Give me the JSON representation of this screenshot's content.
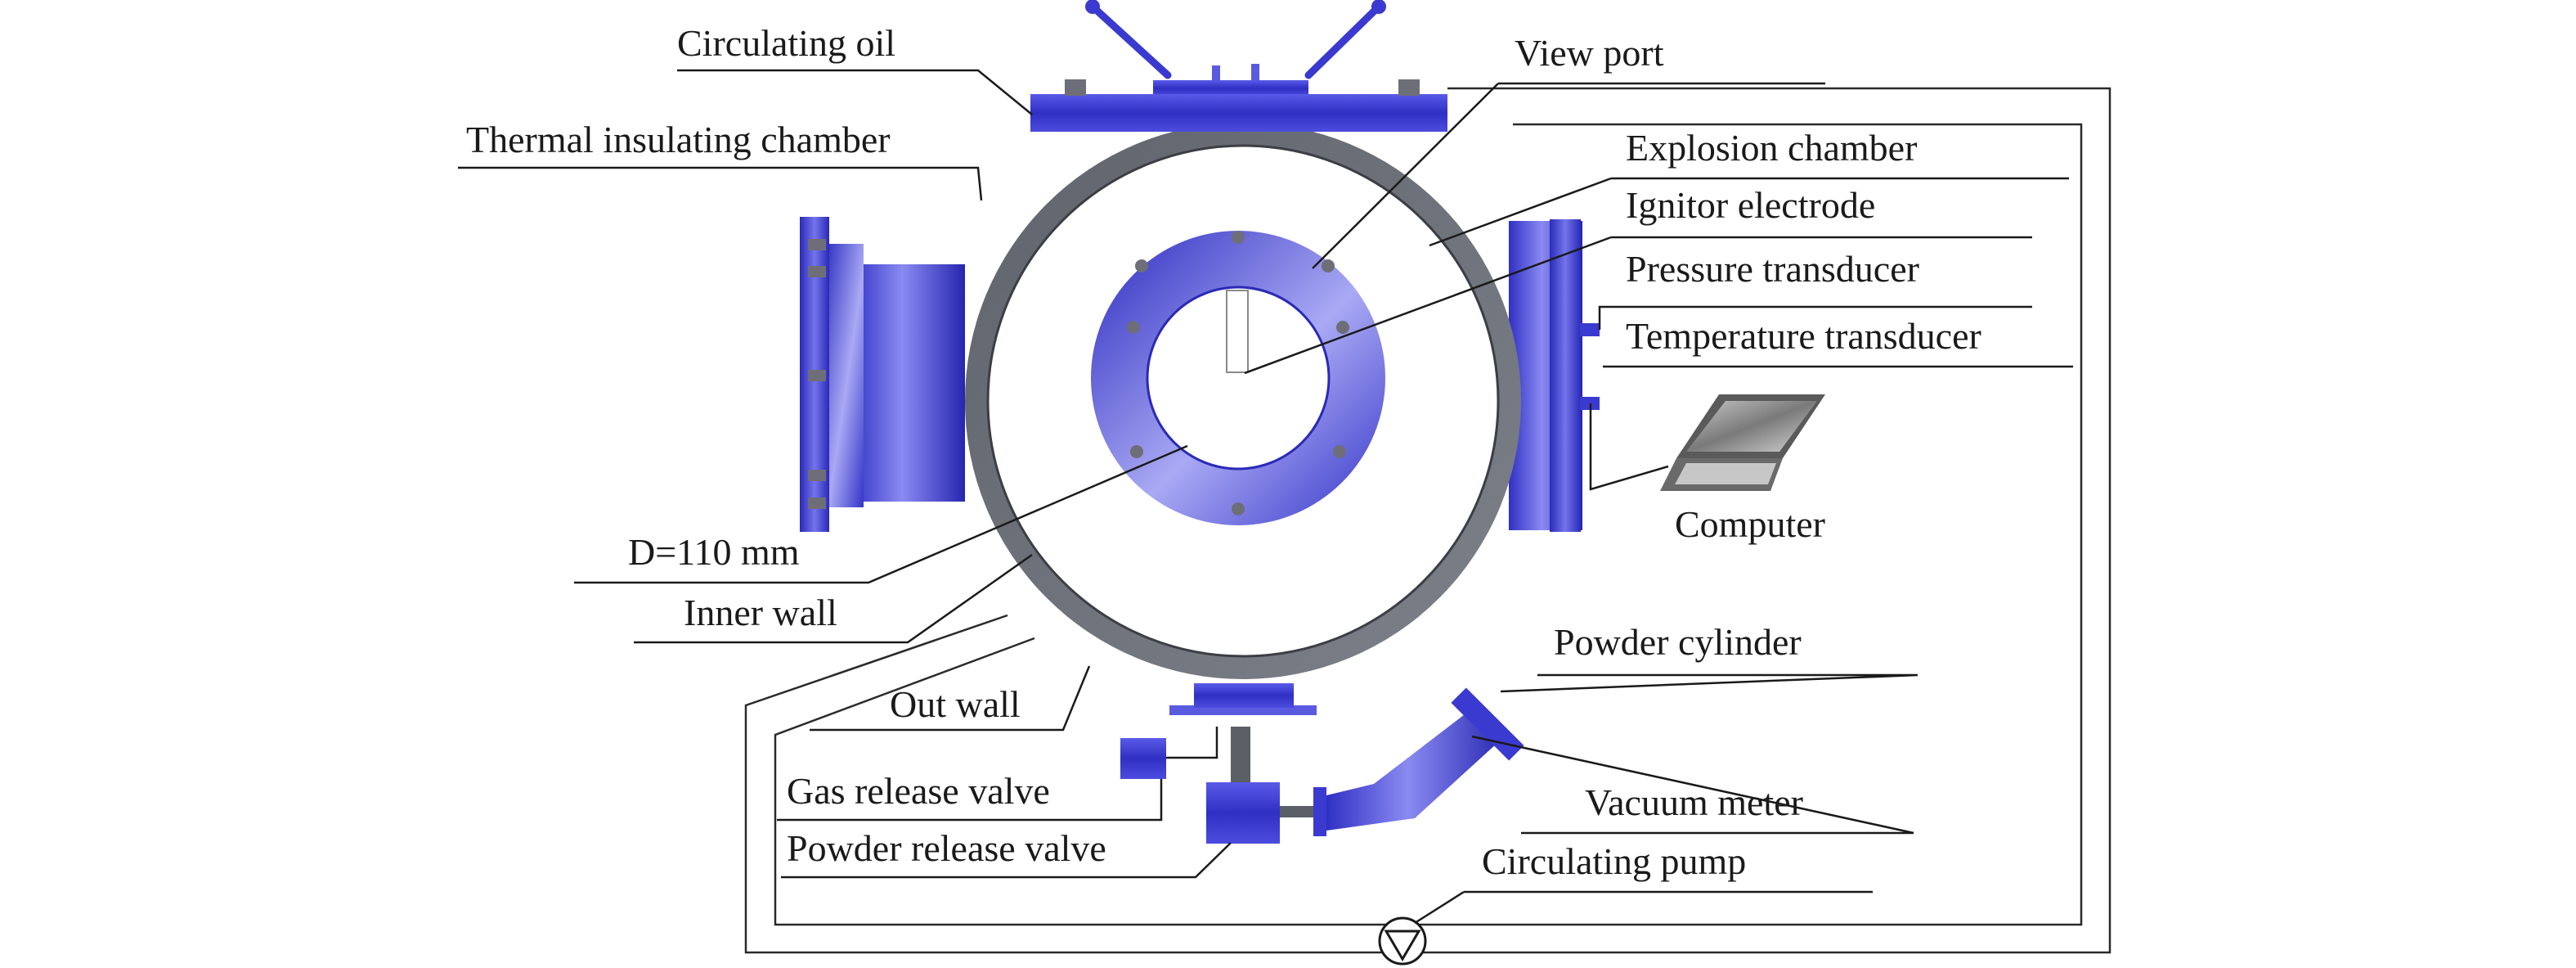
{
  "labels": {
    "circulating_oil": "Circulating oil",
    "thermal_insulating_chamber": "Thermal insulating chamber",
    "view_port": "View port",
    "explosion_chamber": "Explosion chamber",
    "ignitor_electrode": "Ignitor electrode",
    "pressure_transducer": "Pressure transducer",
    "temperature_transducer": "Temperature transducer",
    "computer": "Computer",
    "diameter": "D=110 mm",
    "inner_wall": "Inner wall",
    "out_wall": "Out wall",
    "powder_cylinder": "Powder cylinder",
    "gas_release_valve": "Gas release valve",
    "vacuum_meter": "Vacuum meter",
    "powder_release_valve": "Powder release valve",
    "circulating_pump": "Circulating pump"
  },
  "colors": {
    "equipment_blue": "#3a3ad0",
    "equipment_blue_dark": "#1e1e9c",
    "equipment_blue_light": "#9a9af0",
    "wall_gray": "#6b6f77",
    "line": "#1a1a1a"
  },
  "icons": {
    "pump": "circulating-pump-icon",
    "computer": "laptop-icon"
  }
}
